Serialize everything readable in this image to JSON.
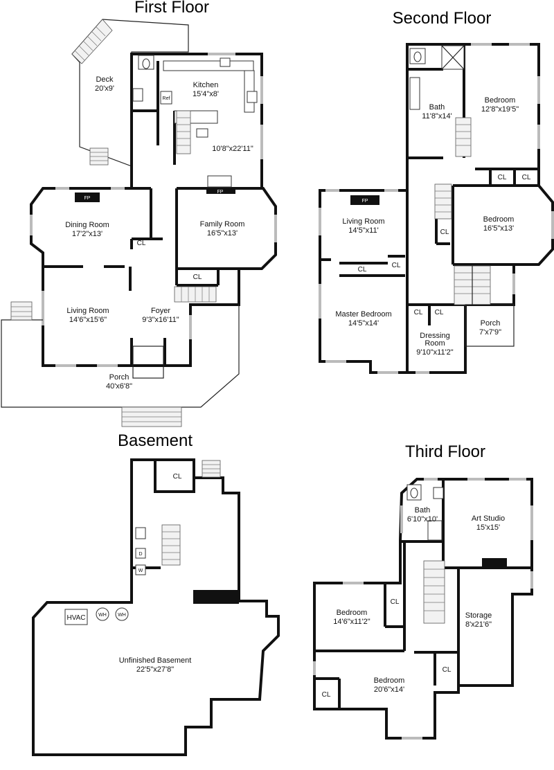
{
  "floors": {
    "first": {
      "title": "First Floor",
      "rooms": {
        "deck": {
          "name": "Deck",
          "size": "20'x9'"
        },
        "kitchen": {
          "name": "Kitchen",
          "size": "15'4\"x8'"
        },
        "kitchen_ext": {
          "size": "10'8\"x22'11\""
        },
        "dining": {
          "name": "Dining Room",
          "size": "17'2\"x13'"
        },
        "family": {
          "name": "Family Room",
          "size": "16'5\"x13'"
        },
        "living": {
          "name": "Living Room",
          "size": "14'6\"x15'6\""
        },
        "foyer": {
          "name": "Foyer",
          "size": "9'3\"x16'11\""
        },
        "porch": {
          "name": "Porch",
          "size": "40'x6'8\""
        }
      },
      "labels": {
        "fp": "FP",
        "cl": "CL",
        "ref": "Ref"
      }
    },
    "second": {
      "title": "Second Floor",
      "rooms": {
        "bath": {
          "name": "Bath",
          "size": "11'8\"x14'"
        },
        "bedroom1": {
          "name": "Bedroom",
          "size": "12'8\"x19'5\""
        },
        "living": {
          "name": "Living Room",
          "size": "14'5\"x11'"
        },
        "bedroom2": {
          "name": "Bedroom",
          "size": "16'5\"x13'"
        },
        "master": {
          "name": "Master Bedroom",
          "size": "14'5\"x14'"
        },
        "dressing": {
          "name": "Dressing Room",
          "name2": "Room",
          "size": "9'10\"x11'2\""
        },
        "porch": {
          "name": "Porch",
          "size": "7'x7'9\""
        }
      },
      "labels": {
        "fp": "FP",
        "cl": "CL",
        "dressing_line1": "Dressing"
      }
    },
    "basement": {
      "title": "Basement",
      "rooms": {
        "unfinished": {
          "name": "Unfinished Basement",
          "size": "22'5\"x27'8\""
        }
      },
      "labels": {
        "cl": "CL",
        "hvac": "HVAC",
        "wh": "WH",
        "d": "D",
        "w": "W"
      }
    },
    "third": {
      "title": "Third Floor",
      "rooms": {
        "bath": {
          "name": "Bath",
          "size": "6'10\"x10'"
        },
        "studio": {
          "name": "Art Studio",
          "size": "15'x15'"
        },
        "bedroom1": {
          "name": "Bedroom",
          "size": "14'6\"x11'2\""
        },
        "storage": {
          "name": "Storage",
          "size": "8'x21'6\""
        },
        "bedroom2": {
          "name": "Bedroom",
          "size": "20'6\"x14'"
        }
      },
      "labels": {
        "cl": "CL"
      }
    }
  }
}
